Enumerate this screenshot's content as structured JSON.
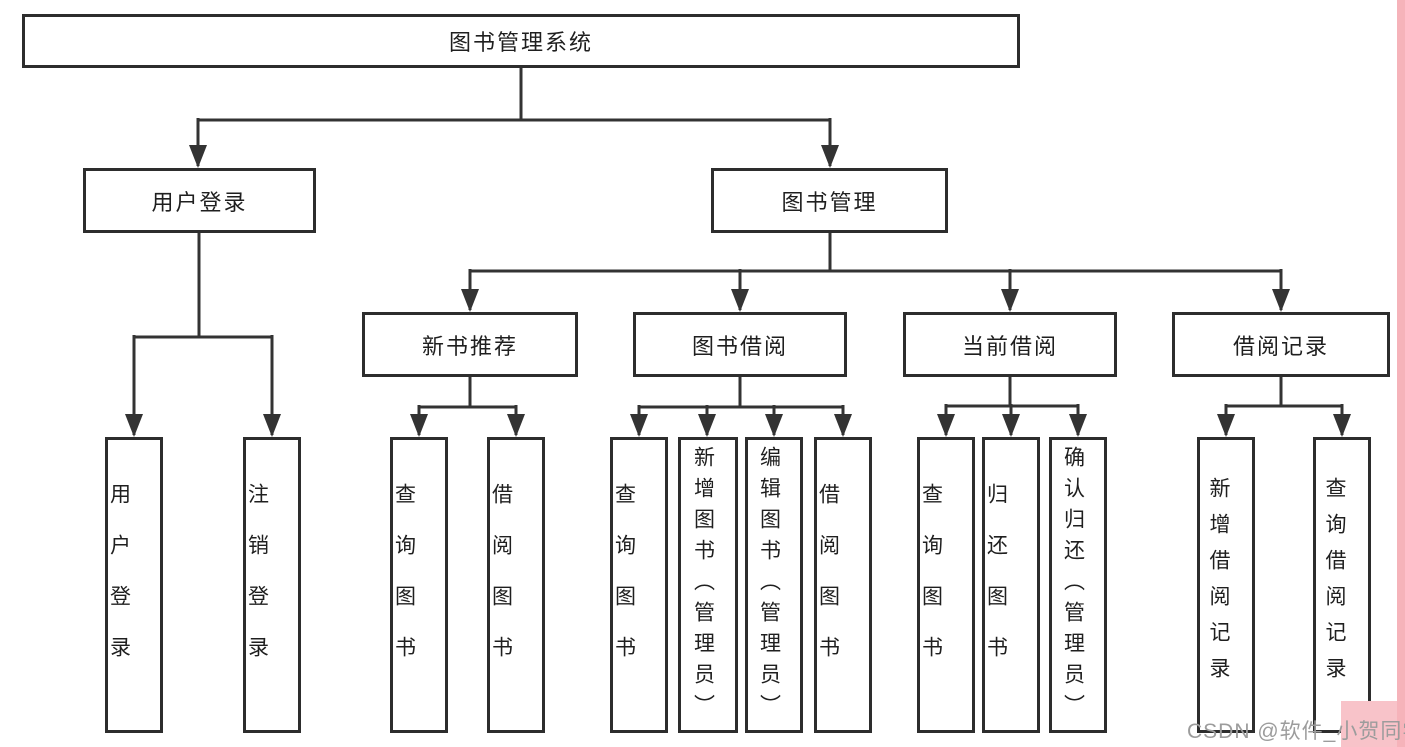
{
  "colors": {
    "line": "#333333",
    "border": "#2d2d2d",
    "text": "#1f1f1f",
    "watermark": "#9c9c9c",
    "pink": "#f6b3ba",
    "pink_light": "#f8c3c9",
    "background": "#ffffff"
  },
  "watermark": {
    "text": "CSDN @软件_小贺同学"
  },
  "tree": {
    "root": "图书管理系统",
    "branches": [
      {
        "label": "用户登录",
        "children": [
          "用户登录",
          "注销登录"
        ]
      },
      {
        "label": "图书管理",
        "groups": [
          {
            "label": "新书推荐",
            "children": [
              "查询图书",
              "借阅图书"
            ]
          },
          {
            "label": "图书借阅",
            "children": [
              "查询图书",
              "新增图书（管理员）",
              "编辑图书（管理员）",
              "借阅图书"
            ]
          },
          {
            "label": "当前借阅",
            "children": [
              "查询图书",
              "归还图书",
              "确认归还（管理员）"
            ]
          },
          {
            "label": "借阅记录",
            "children": [
              "新增借阅记录",
              "查询借阅记录"
            ]
          }
        ]
      }
    ]
  }
}
